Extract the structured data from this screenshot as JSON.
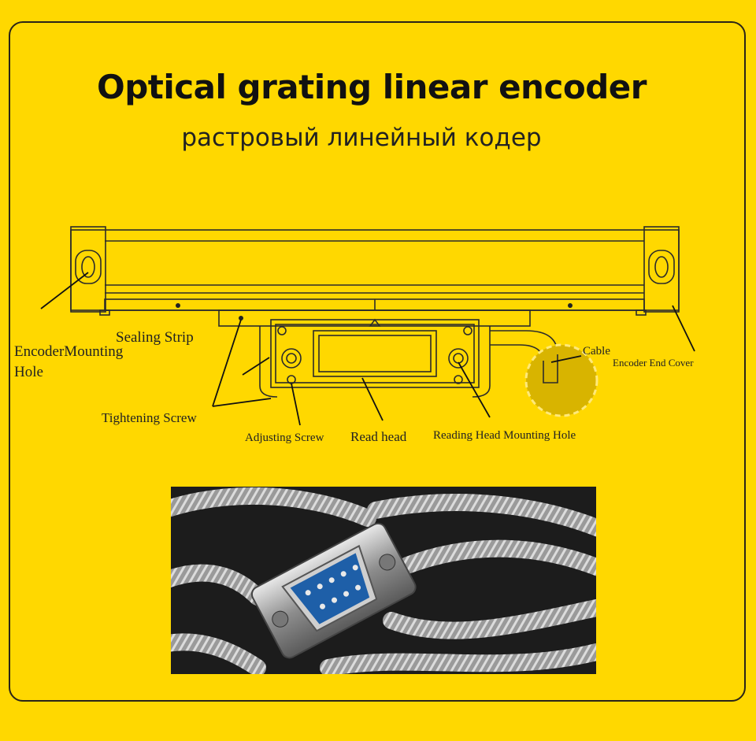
{
  "title": "Optical grating linear encoder",
  "subtitle": "растровый линейный кодер",
  "labels": {
    "sealing_strip": "Sealing Strip",
    "encoder_mounting_hole_line1": "EncoderMounting",
    "encoder_mounting_hole_line2": "Hole",
    "tightening_screw": "Tightening Screw",
    "adjusting_screw": "Adjusting Screw",
    "read_head": "Read head",
    "reading_head_mounting_hole": "Reading Head Mounting Hole",
    "cable": "Cable",
    "encoder_end_cover": "Encoder End Cover"
  },
  "colors": {
    "background": "#FFD800",
    "highlight_circle": "#D8B400",
    "connector_blue": "#1E5FA8"
  }
}
